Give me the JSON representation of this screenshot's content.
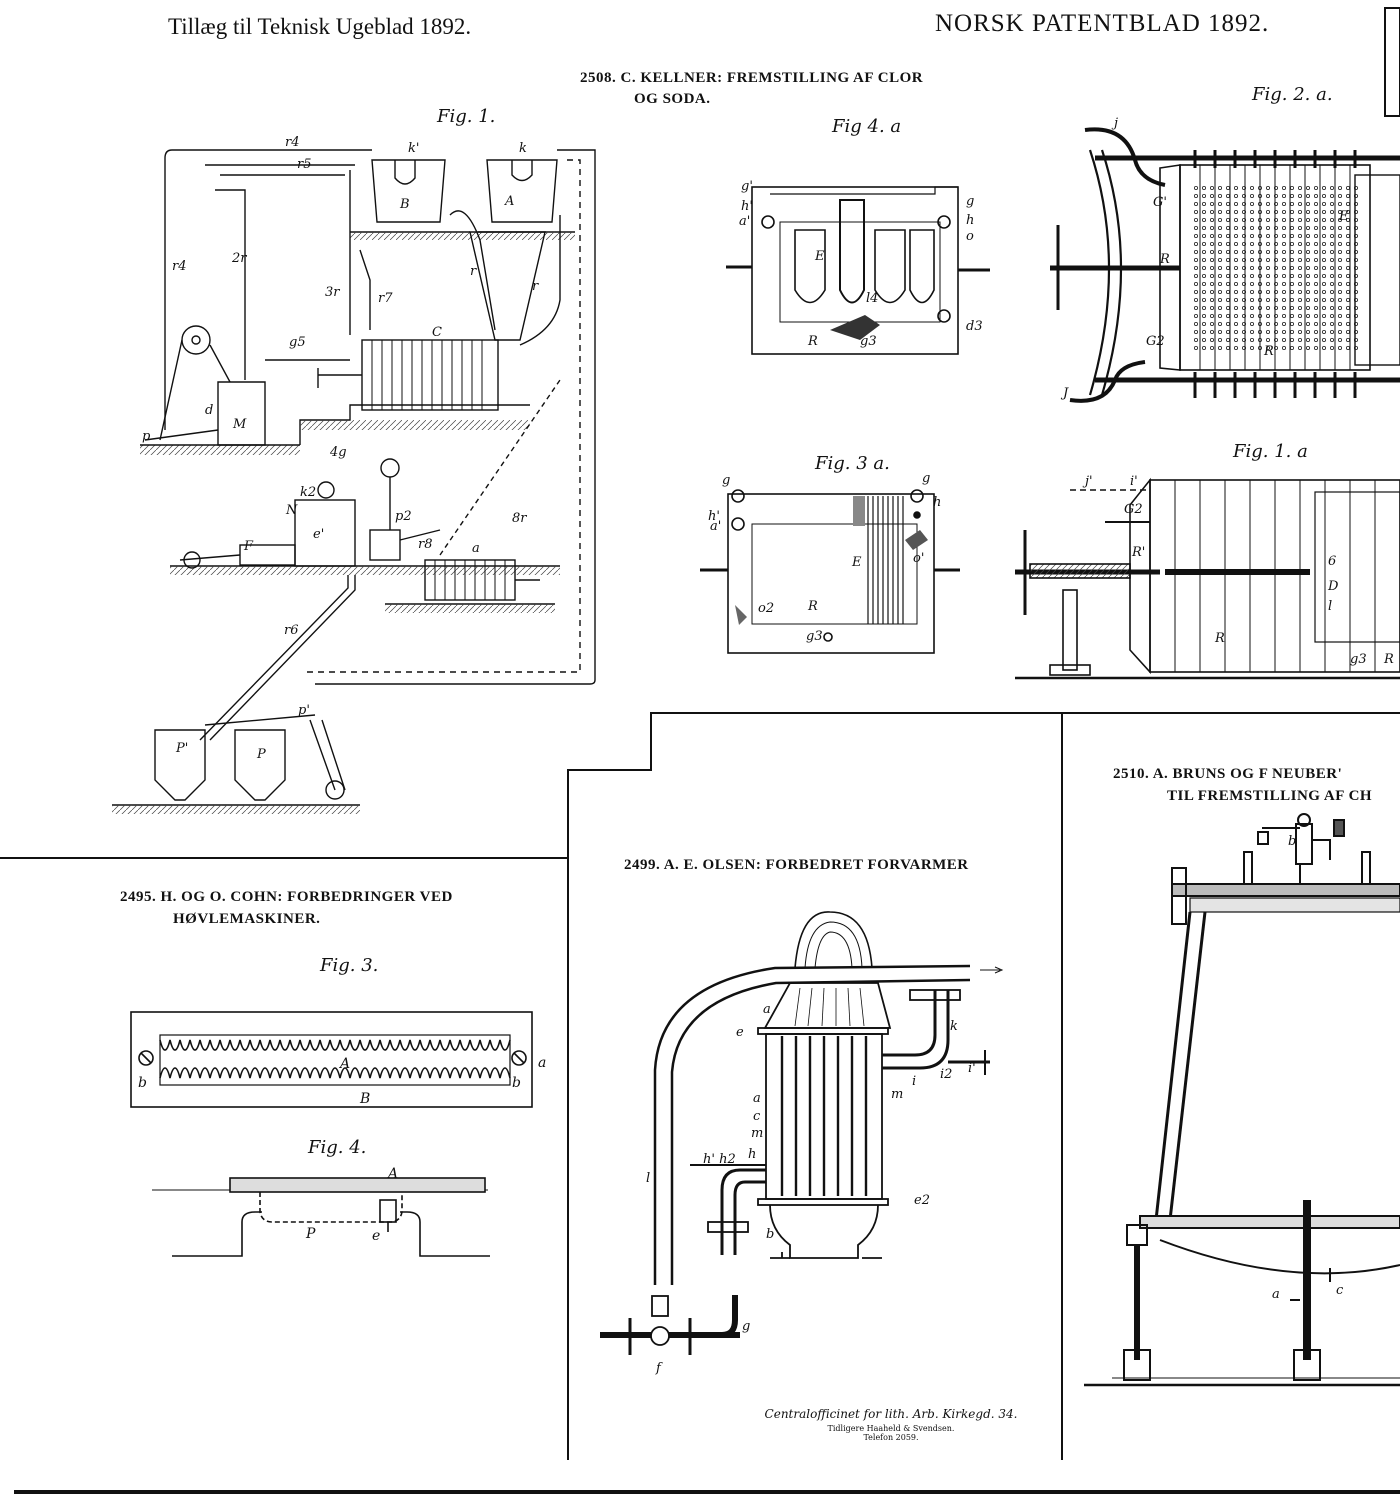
{
  "header": {
    "left": "Tillæg til Teknisk Ugeblad 1892.",
    "right": "NORSK PATENTBLAD 1892."
  },
  "patents": [
    {
      "number": "2508.",
      "title_line1": "C. KELLNER:  FREMSTILLING AF CLOR",
      "title_line2": "OG SODA.",
      "figures": [
        "Fig. 1.",
        "Fig 4. a",
        "Fig. 3 a.",
        "Fig. 2. a.",
        "Fig. 1. a"
      ]
    },
    {
      "number": "2495.",
      "title_line1": "H. OG O. COHN:  FORBEDRINGER VED",
      "title_line2": "HØVLEMASKINER.",
      "figures": [
        "Fig. 3.",
        "Fig. 4."
      ]
    },
    {
      "number": "2499.",
      "title_line1": "A. E. OLSEN:  FORBEDRET FORVARMER",
      "title_line2": "",
      "figures": []
    },
    {
      "number": "2510.",
      "title_line1": "A. BRUNS OG F NEUBER'",
      "title_line2": "TIL FREMSTILLING AF CH",
      "figures": []
    }
  ],
  "imprint": {
    "line1": "Centralofficinet for lith. Arb. Kirkegd. 34.",
    "line2": "Tidligere Haaheld & Svendsen.",
    "line3": "Telefon 2059."
  },
  "labels": {
    "fig1": [
      "r4",
      "r5",
      "k'",
      "k",
      "B",
      "A",
      "r4",
      "2r",
      "3r",
      "r7",
      "r",
      "r",
      "g5",
      "C",
      "d",
      "M",
      "p",
      "4g",
      "k2",
      "N",
      "e'",
      "F",
      "p2",
      "r8",
      "a",
      "8r",
      "r6",
      "p'",
      "P'",
      "P"
    ],
    "fig4a": [
      "g'",
      "h'",
      "a'",
      "E",
      "g",
      "h",
      "o",
      "l4",
      "g3",
      "d3",
      "R"
    ],
    "fig3a": [
      "g",
      "h'",
      "a'",
      "g",
      "h",
      "E",
      "o'",
      "o2",
      "R",
      "g3"
    ],
    "fig2a": [
      "j",
      "G'",
      "R",
      "G2",
      "J",
      "R",
      "E"
    ],
    "fig1a": [
      "j'",
      "i'",
      "G2",
      "R'",
      "6",
      "D",
      "l",
      "R",
      "g3",
      "R"
    ],
    "cohn_fig3": [
      "b",
      "a",
      "b",
      "B",
      "A"
    ],
    "cohn_fig4": [
      "A",
      "P",
      "e"
    ],
    "olsen": [
      "e",
      "a",
      "k",
      "i",
      "i2",
      "i'",
      "m",
      "a",
      "c",
      "m",
      "l",
      "h' h2",
      "h",
      "e2",
      "b",
      "g",
      "f"
    ],
    "bruns": [
      "a",
      "c",
      "b"
    ]
  }
}
